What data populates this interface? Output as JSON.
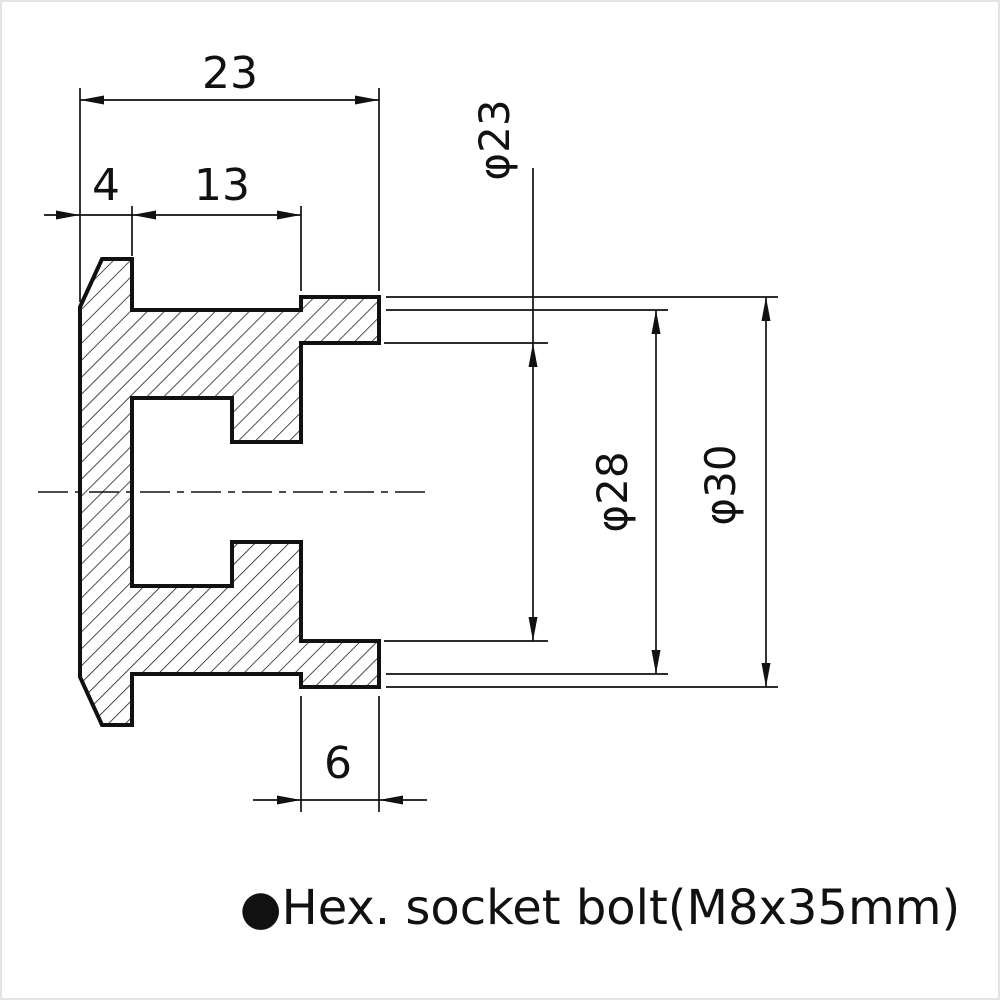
{
  "drawing": {
    "background": "#ffffff",
    "line_color": "#111111",
    "dims": {
      "overall_length": "23",
      "flange_thickness": "4",
      "body_length": "13",
      "recess_depth": "6",
      "dia_recess": "φ23",
      "dia_body": "φ28",
      "dia_outer": "φ30"
    },
    "caption": "●Hex. socket bolt(M8x35mm)"
  }
}
